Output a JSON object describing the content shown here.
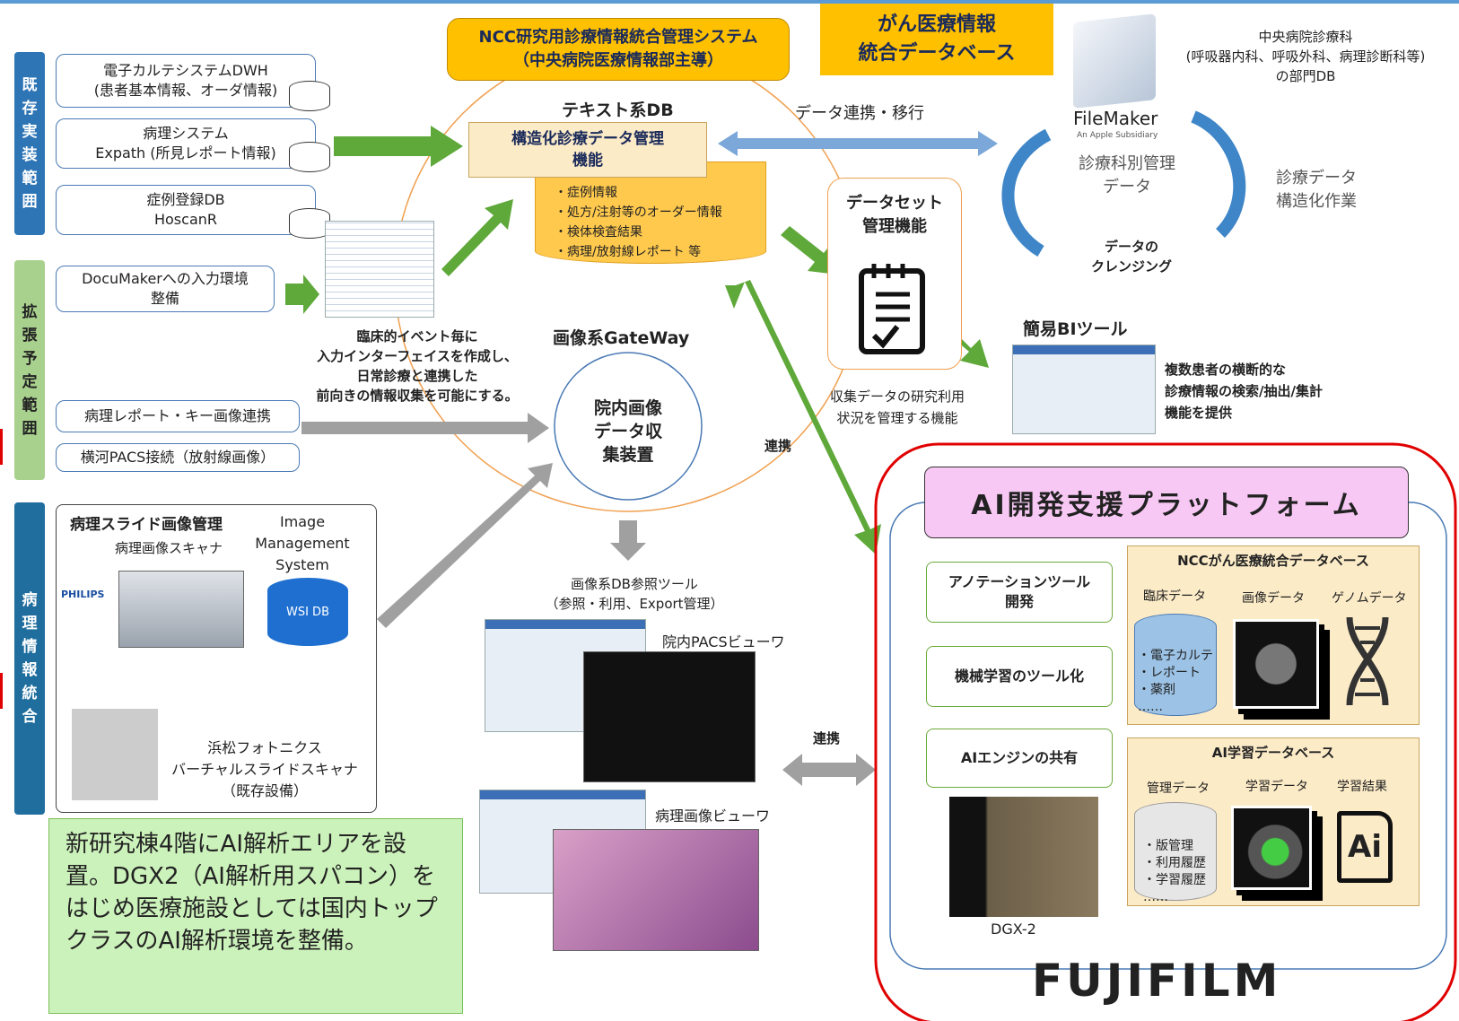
{
  "side_labels": {
    "existing": "既\n存\n実\n装\n範\n囲",
    "planned": "拡\n張\n予\n定\n範\n囲",
    "pathology": "病\n理\n情\n報\n統\n合"
  },
  "existing_systems": {
    "emr_dwh": "電子カルテシステムDWH\n(患者基本情報、オーダ情報)",
    "pathology_system": "病理システム\nExpath (所見レポート情報)",
    "case_db": "症例登録DB\nHoscanR"
  },
  "planned_systems": {
    "documaker": "DocuMakerへの入力環境\n整備",
    "path_report_link": "病理レポート・キー画像連携",
    "yokogawa_pacs": "横河PACS接続（放射線画像）"
  },
  "ncc_system": "NCC研究用診療情報統合管理システム\n（中央病院医療情報部主導）",
  "cancer_db_title": "がん医療情報\n統合データベース",
  "text_db": {
    "title": "テキスト系DB",
    "function": "構造化診療データ管理\n機能",
    "items": "・症例情報\n・処方/注射等のオーダー情報\n・検体検査結果\n・病理/放射線レポート 等"
  },
  "data_link_migration": "データ連携・移行",
  "filemaker": {
    "dept": "中央病院診療科\n(呼吸器内科、呼吸外科、病理診断科等)\nの部門DB",
    "logo": "FileMaker",
    "logo_sub": "An Apple Subsidiary",
    "dept_data": "診療科別管理\nデータ",
    "structuring": "診療データ\n構造化作業",
    "cleansing": "データの\nクレンジング"
  },
  "dataset": {
    "title": "データセット\n管理機能",
    "caption": "収集データの研究利用\n状況を管理する機能"
  },
  "bi_tool": {
    "title": "簡易BIツール",
    "desc": "複数患者の横断的な\n診療情報の検索/抽出/集計\n機能を提供"
  },
  "clinical_event_text": "臨床的イベント毎に\n入力インターフェイスを作成し、\n日常診療と連携した\n前向きの情報収集を可能にする。",
  "image_gateway": {
    "title": "画像系GateWay",
    "device": "院内画像\nデータ収\n集装置"
  },
  "link_label": "連携",
  "pathology_slide": {
    "title": "病理スライド画像管理",
    "scanner": "病理画像スキャナ",
    "ims": "Image\nManagement\nSystem",
    "wsi_db": "WSI DB",
    "philips": "PHILIPS",
    "hamamatsu": "浜松フォトニクス\nバーチャルスライドスキャナ\n（既存設備）"
  },
  "image_db_tool": "画像系DB参照ツール\n（参照・利用、Export管理）",
  "pacs_viewer": "院内PACSビューワ",
  "pathology_viewer": "病理画像ビューワ",
  "green_note": "新研究棟4階にAI解析エリアを設置。DGX2（AI解析用スパコン）をはじめ医療施設としては国内トップクラスのAI解析環境を整備。",
  "ai_platform": {
    "title": "AI開発支援プラットフォーム",
    "annotation_tool": "アノテーションツール\n開発",
    "ml_tool": "機械学習のツール化",
    "ai_engine": "AIエンジンの共有",
    "ncc_db_title": "NCCがん医療統合データベース",
    "clinical_data": "臨床データ",
    "image_data": "画像データ",
    "genome_data": "ゲノムデータ",
    "clinical_items": "・電子カルテ\n・レポート\n・薬剤\n……",
    "learning_db_title": "AI学習データベース",
    "mgmt_data": "管理データ",
    "training_data": "学習データ",
    "training_result": "学習結果",
    "mgmt_items": "・版管理\n・利用履歴\n・学習履歴\n……",
    "ai_icon": "Ai",
    "dgx": "DGX-2",
    "fujifilm": "FUJIFILM"
  },
  "colors": {
    "blue_label": "#2e75b6",
    "green_label": "#a9d18e",
    "teal_label": "#1f6e9e",
    "gold": "#ffc000",
    "arrow_green": "#5fa83a",
    "arrow_gray": "#a0a0a0",
    "red": "#e00000",
    "pink": "#f8c8f4"
  }
}
